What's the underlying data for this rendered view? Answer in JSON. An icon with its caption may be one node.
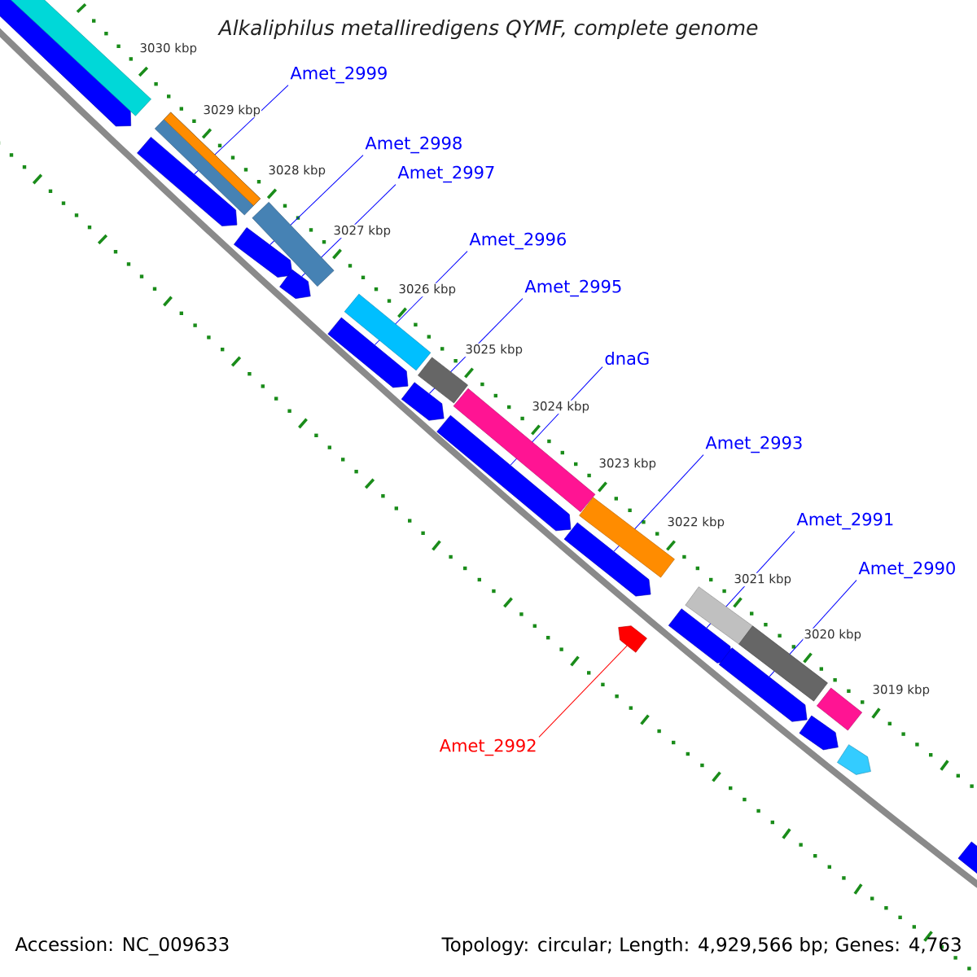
{
  "diagram": {
    "title": "*Alkaliphilus metalliredigens* QYMF, complete genome",
    "nodes": [
      {
        "text": [
          "Amet_2999"
        ]
      },
      {
        "text": [
          "Amet_2998"
        ]
      },
      {
        "text": [
          "Amet_2997"
        ]
      },
      {
        "text": [
          "Amet_2996"
        ]
      },
      {
        "text": [
          "Amet_2995"
        ]
      },
      {
        "text": [
          "dnaG"
        ]
      },
      {
        "text": [
          "Amet_2993"
        ]
      },
      {
        "text": [
          "Amet_2991"
        ]
      },
      {
        "text": [
          "Amet_2990"
        ]
      },
      {
        "text": [
          "Amet_2992"
        ]
      },
      {
        "text": [],
        "shape": "pentagon"
      },
      {
        "text": [],
        "shape": "pentagon"
      },
      {
        "text": [],
        "shape": "pentagon"
      },
      {
        "text": [],
        "shape": "pentagon"
      },
      {
        "text": [],
        "shape": "pentagon"
      },
      {
        "text": [],
        "shape": "pentagon"
      },
      {
        "text": [],
        "shape": "pentagon"
      },
      {
        "text": [],
        "shape": "pentagon"
      },
      {
        "text": [],
        "shape": "pentagon"
      },
      {
        "text": [],
        "shape": "pentagon"
      },
      {
        "text": [],
        "shape": "pentagon"
      },
      {
        "text": [],
        "shape": "pentagon"
      },
      {
        "text": [],
        "shape": "pentagon"
      },
      {
        "text": [],
        "shape": "pentagon"
      }
    ],
    "edges": [
      {
        "from": 0,
        "to": 10,
        "arrow": "none"
      },
      {
        "from": 1,
        "to": 11,
        "arrow": "none"
      },
      {
        "from": 2,
        "to": 12,
        "arrow": "none"
      },
      {
        "from": 3,
        "to": 13,
        "arrow": "none"
      },
      {
        "from": 4,
        "to": 14,
        "arrow": "none"
      },
      {
        "from": 5,
        "to": 15,
        "arrow": "none"
      },
      {
        "from": 6,
        "to": 16,
        "arrow": "none"
      },
      {
        "from": 7,
        "to": 17,
        "arrow": "none"
      },
      {
        "from": 8,
        "to": 18,
        "arrow": "none"
      },
      {
        "from": 9,
        "to": 19,
        "arrow": "none",
        "color": "#ff0000"
      }
    ],
    "labels": [
      "3030 kbp",
      "3029 kbp",
      "3028 kbp",
      "3027 kbp",
      "3026 kbp",
      "3025 kbp",
      "3024 kbp",
      "3023 kbp",
      "3022 kbp",
      "3021 kbp",
      "3020 kbp",
      "3019 kbp",
      "Accession: NC_009633",
      "Topology: circular; Length: 4,929,566 bp; Genes: 4,763"
    ]
  }
}
